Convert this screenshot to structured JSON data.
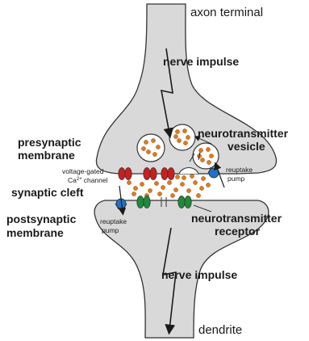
{
  "labels": {
    "axon_terminal": "axon terminal",
    "nerve_impulse_top": "nerve impulse",
    "presynaptic_1": "presynaptic",
    "presynaptic_2": "membrane",
    "nt_vesicle_1": "neurotransmitter",
    "nt_vesicle_2": "vesicle",
    "voltage_gated_1": "voltage-gated",
    "voltage_gated_2": "Ca",
    "voltage_gated_sup": "2+",
    "voltage_gated_3": "channel",
    "reuptake_right_1": "reuptake",
    "reuptake_right_2": "pump",
    "synaptic_cleft": "synaptic cleft",
    "postsynaptic_1": "postsynaptic",
    "postsynaptic_2": "membrane",
    "reuptake_left_1": "reuptake",
    "reuptake_left_2": "pump",
    "nt_receptor_1": "neurotransmitter",
    "nt_receptor_2": "receptor",
    "nerve_impulse_bottom": "nerve impulse",
    "dendrite": "dendrite"
  },
  "colors": {
    "neuron_fill": "#d9d9d9",
    "outline": "#333333",
    "neurotransmitter": "#e07b1a",
    "ca_channel": "#c8201e",
    "receptor": "#1f8a3a",
    "reuptake_pump": "#1e73c8"
  }
}
